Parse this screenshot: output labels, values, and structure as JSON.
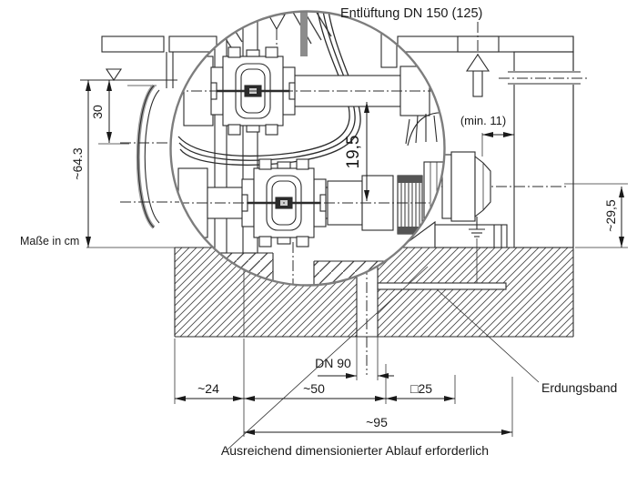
{
  "figure": {
    "type": "technical installation drawing, pump sump section with magnifier detail",
    "unit_note": "Maße in cm",
    "bottom_note": "Ausreichend dimensionierter Ablauf erforderlich"
  },
  "labels": {
    "vent": "Entlüftung DN 150 (125)",
    "erdungsband": "Erdungsband",
    "drain_nominal": "DN 90",
    "min_gap": "(min. 11)"
  },
  "dimensions": {
    "water_to_pipe": "30",
    "water_to_floor": "~64.3",
    "pipe_spacing_detail": "19,5",
    "outlet_depth": "~29,5",
    "left_offset": "~24",
    "center_span": "~50",
    "duct_square": "□25",
    "total_span": "~95"
  },
  "colors": {
    "background": "#ffffff",
    "line": "#2b2b2b",
    "hatch": "#4a4a4a",
    "magnifier_ring": "#7d7d7d"
  }
}
